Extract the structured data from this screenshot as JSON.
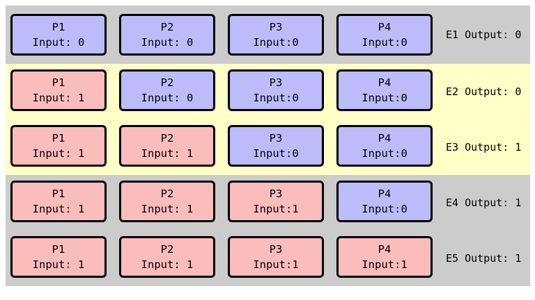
{
  "colors": {
    "gray_band": "#cccccc",
    "yellow_band": "#ffffc8",
    "input_off": "#bcbcfb",
    "input_on": "#fbbcbc",
    "border": "#000000"
  },
  "rows": [
    {
      "band": "gray",
      "output": "E1 Output: 0",
      "cells": [
        {
          "name": "P1",
          "input": "Input: 0",
          "state": "off"
        },
        {
          "name": "P2",
          "input": "Input: 0",
          "state": "off"
        },
        {
          "name": "P3",
          "input": "Input:0",
          "state": "off"
        },
        {
          "name": "P4",
          "input": "Input:0",
          "state": "off"
        }
      ]
    },
    {
      "band": "yellow",
      "output": "E2 Output: 0",
      "cells": [
        {
          "name": "P1",
          "input": "Input: 1",
          "state": "on"
        },
        {
          "name": "P2",
          "input": "Input: 0",
          "state": "off"
        },
        {
          "name": "P3",
          "input": "Input:0",
          "state": "off"
        },
        {
          "name": "P4",
          "input": "Input:0",
          "state": "off"
        }
      ]
    },
    {
      "band": "yellow",
      "output": "E3 Output: 1",
      "cells": [
        {
          "name": "P1",
          "input": "Input: 1",
          "state": "on"
        },
        {
          "name": "P2",
          "input": "Input: 1",
          "state": "on"
        },
        {
          "name": "P3",
          "input": "Input:0",
          "state": "off"
        },
        {
          "name": "P4",
          "input": "Input:0",
          "state": "off"
        }
      ]
    },
    {
      "band": "gray",
      "output": "E4 Output: 1",
      "cells": [
        {
          "name": "P1",
          "input": "Input: 1",
          "state": "on"
        },
        {
          "name": "P2",
          "input": "Input: 1",
          "state": "on"
        },
        {
          "name": "P3",
          "input": "Input:1",
          "state": "on"
        },
        {
          "name": "P4",
          "input": "Input:0",
          "state": "off"
        }
      ]
    },
    {
      "band": "gray",
      "output": "E5 Output: 1",
      "cells": [
        {
          "name": "P1",
          "input": "Input: 1",
          "state": "on"
        },
        {
          "name": "P2",
          "input": "Input: 1",
          "state": "on"
        },
        {
          "name": "P3",
          "input": "Input:1",
          "state": "on"
        },
        {
          "name": "P4",
          "input": "Input:1",
          "state": "on"
        }
      ]
    }
  ]
}
